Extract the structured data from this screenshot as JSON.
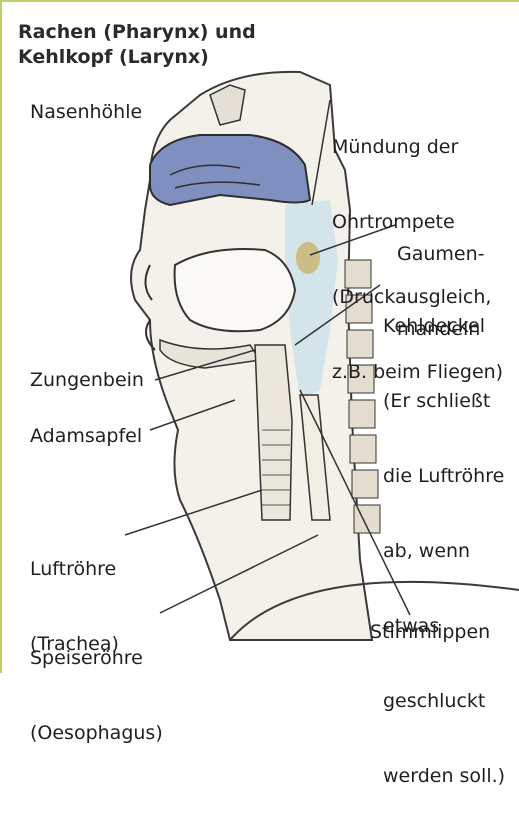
{
  "title": {
    "line1": "Rachen (Pharynx) und",
    "line2": "Kehlkopf (Larynx)"
  },
  "labels": {
    "nasenhoehle": "Nasenhöhle",
    "muendung": [
      "Mündung der",
      "Ohrtrompete",
      "(Druckausgleich,",
      "z.B. beim Fliegen)"
    ],
    "gaumenmandeln": [
      "Gaumen-",
      "mandeln"
    ],
    "kehldeckel": [
      "Kehldeckel",
      "(Er schließt",
      "die Luftröhre",
      "ab, wenn",
      "etwas",
      "geschluckt",
      "werden soll.)"
    ],
    "zungenbein": "Zungenbein",
    "adamsapfel": "Adamsapfel",
    "luftroehre": [
      "Luftröhre",
      "(Trachea)"
    ],
    "speiseroehre": [
      "Speiseröhre",
      "(Oesophagus)"
    ],
    "stimmlippen": "Stimmlippen"
  },
  "colors": {
    "frame": "#b5d36a",
    "nasal_cavity": "#7f8fbf",
    "pharynx_tint": "#cfe3ea",
    "tonsil": "#c9b36a"
  }
}
